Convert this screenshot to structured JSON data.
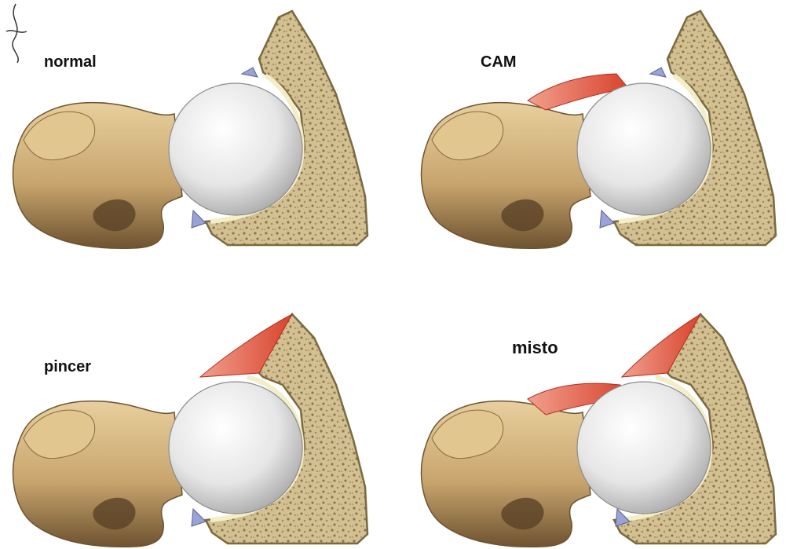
{
  "panels": [
    {
      "id": "normal",
      "label": "normal",
      "cam_lesion": false,
      "pincer_lesion": false
    },
    {
      "id": "cam",
      "label": "CAM",
      "cam_lesion": true,
      "pincer_lesion": false
    },
    {
      "id": "pincer",
      "label": "pincer",
      "cam_lesion": false,
      "pincer_lesion": true
    },
    {
      "id": "misto",
      "label": "misto",
      "cam_lesion": true,
      "pincer_lesion": true
    }
  ],
  "colors": {
    "bone": "#d8b985",
    "bone_shadow": "#8a6a3c",
    "acetabulum_fill": "#d6c49a",
    "acetabulum_border": "#7a6a40",
    "cartilage_rim": "#f3edc8",
    "labrum": "#9aa3d6",
    "femoral_head": "#e8e8e8",
    "lesion": "#d9432d"
  }
}
